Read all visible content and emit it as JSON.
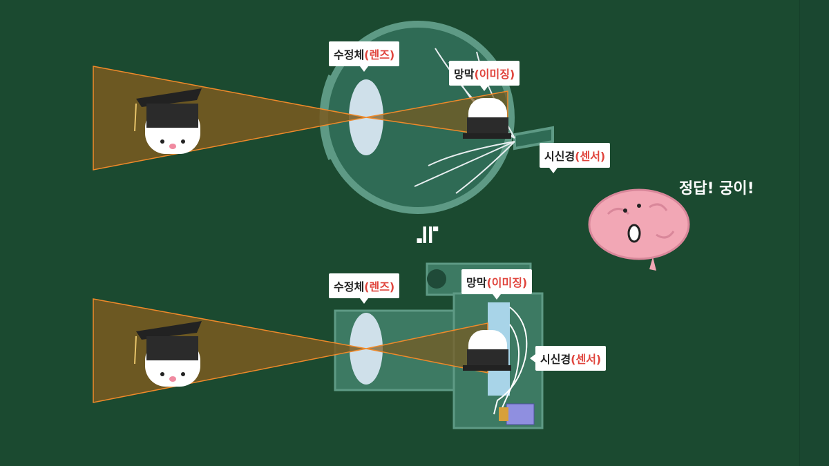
{
  "eye": {
    "lens_label": {
      "main": "수정체",
      "paren": "(렌즈)"
    },
    "retina_label": {
      "main": "망막",
      "paren": "(이미징)"
    },
    "nerve_label": {
      "main": "시신경",
      "paren": "(센서)"
    }
  },
  "camera": {
    "lens_label": {
      "main": "수정체",
      "paren": "(렌즈)"
    },
    "retina_label": {
      "main": "망막",
      "paren": "(이미징)"
    },
    "nerve_label": {
      "main": "시신경",
      "paren": "(센서)"
    }
  },
  "approx_symbol": "≒",
  "answer_text": "정답! 궁이!",
  "colors": {
    "background": "#1b4a30",
    "light_cone": "#7a5a20",
    "accent_red": "#e0443c",
    "brain": "#f2a7b5"
  }
}
